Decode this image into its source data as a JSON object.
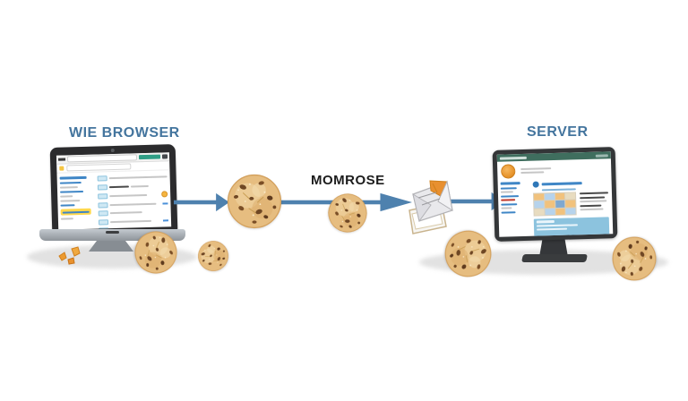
{
  "diagram": {
    "type": "flow",
    "direction": "left-to-right",
    "labels": {
      "browser_title": "WIE BROWSER",
      "server_title": "SERVER",
      "transfer_label": "MOMROSE"
    },
    "nodes": [
      {
        "id": "web-browser",
        "label": "WIE BROWSER",
        "illustration": "laptop-with-browser-page"
      },
      {
        "id": "cookie-large",
        "illustration": "chocolate-chip-cookie"
      },
      {
        "id": "cookie-small-mid",
        "illustration": "chocolate-chip-cookie"
      },
      {
        "id": "envelope",
        "illustration": "crumpled-open-envelope"
      },
      {
        "id": "server",
        "label": "SERVER",
        "illustration": "desktop-monitor-with-webpage"
      }
    ],
    "arrows": [
      {
        "from": "web-browser",
        "to": "cookie-large"
      },
      {
        "from": "cookie-large",
        "to": "envelope",
        "label": "MOMROSE"
      },
      {
        "from": "envelope",
        "to": "server"
      }
    ]
  },
  "colors": {
    "background": "#ffffff",
    "title_blue": "#44759e",
    "label_black": "#1c1c1c",
    "arrow_blue": "#4e81ae",
    "cookie_tan": "#e6bd80",
    "cookie_chip": "#6f4724",
    "laptop_bezel": "#2b2b2d",
    "laptop_base_gray": "#9ca2a8",
    "monitor_bezel": "#343638",
    "browser_accent_teal": "#2f9e86",
    "server_chrome_green": "#3f6e5e",
    "highlight_yellow": "#ffd84d",
    "badge_orange": "#e8962f",
    "banner_blue": "#8cc3de"
  },
  "icons": {
    "cookie": "chocolate-chip cookie disc",
    "envelope": "crumpled open envelope with letter",
    "crumbs": "orange cookie crumbs",
    "arrow-right": "thick right-pointing arrow"
  }
}
